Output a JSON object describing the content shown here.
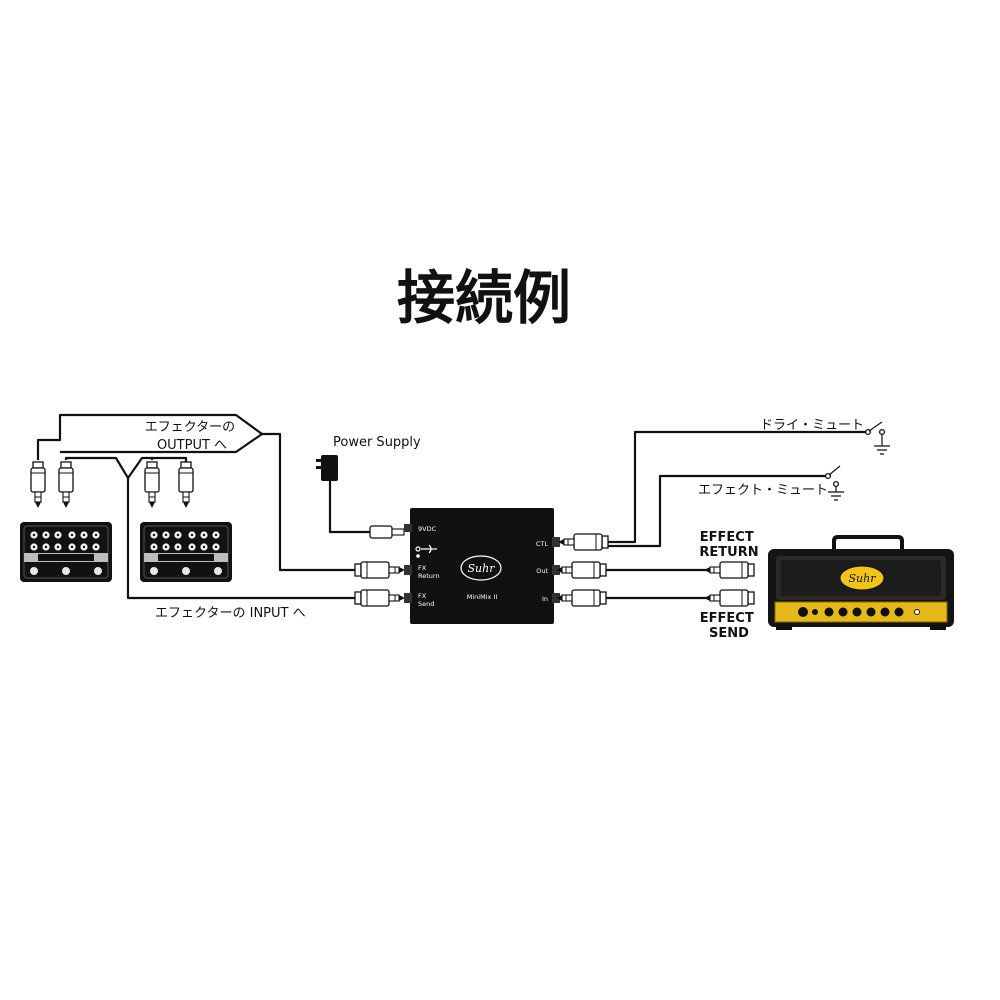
{
  "title": "接続例",
  "labels": {
    "effector_output": [
      "エフェクターの",
      "OUTPUT へ"
    ],
    "effector_input": "エフェクターの INPUT へ",
    "power_supply": "Power Supply",
    "dry_mute": "ドライ・ミュート",
    "effect_mute": "エフェクト・ミュート",
    "effect_return": [
      "EFFECT",
      "RETURN"
    ],
    "effect_send": [
      "EFFECT",
      "SEND"
    ]
  },
  "device": {
    "brand": "Suhr",
    "model": "MiniMix II",
    "left_labels": {
      "dc": "9VDC",
      "fx_return": [
        "FX",
        "Return"
      ],
      "fx_send": [
        "FX",
        "Send"
      ]
    },
    "right_labels": {
      "ctl": "CTL",
      "out": "Out",
      "in": "In"
    }
  },
  "amp": {
    "brand": "Suhr"
  },
  "colors": {
    "ink": "#111111",
    "amp_panel": "#e7b81a",
    "amp_logo": "#f0c419"
  }
}
